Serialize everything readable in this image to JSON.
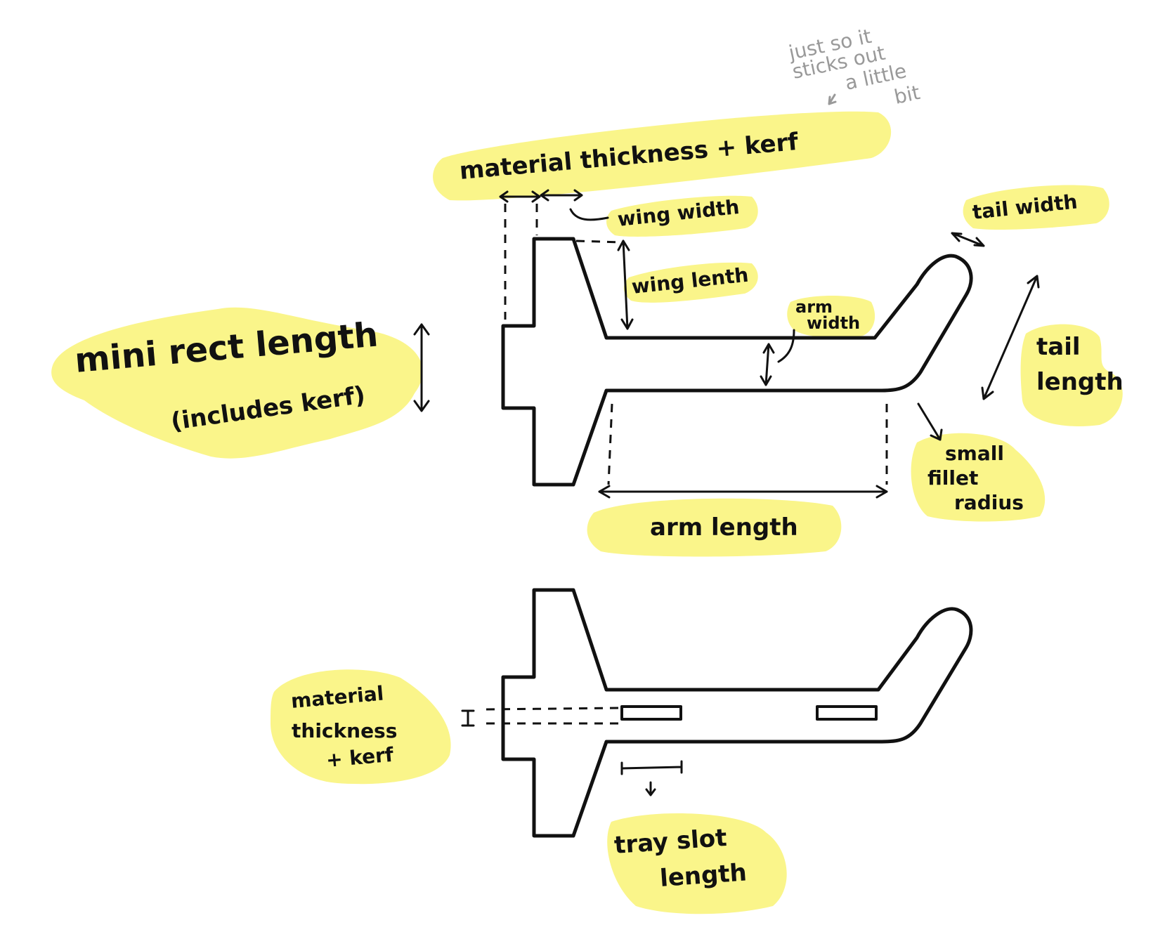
{
  "colors": {
    "highlight": "#faf58a",
    "ink": "#111111",
    "note": "#999999"
  },
  "labels": {
    "material_thickness_kerf_top": "material thickness + kerf",
    "note": [
      "just so it",
      "sticks out",
      "a little",
      "bit"
    ],
    "wing_width": "wing width",
    "wing_length": "wing lenth",
    "arm_width": [
      "arm",
      "width"
    ],
    "tail_width": "tail width",
    "tail_length": [
      "tail",
      "length"
    ],
    "mini_rect_length": [
      "mini rect length",
      "(includes kerf)"
    ],
    "small_fillet_radius": [
      "small",
      "fillet",
      "radius"
    ],
    "arm_length": "arm length",
    "material_thickness_kerf_bottom": [
      "material",
      "thickness",
      "+ kerf"
    ],
    "tray_slot_length": [
      "tray slot",
      "length"
    ]
  }
}
